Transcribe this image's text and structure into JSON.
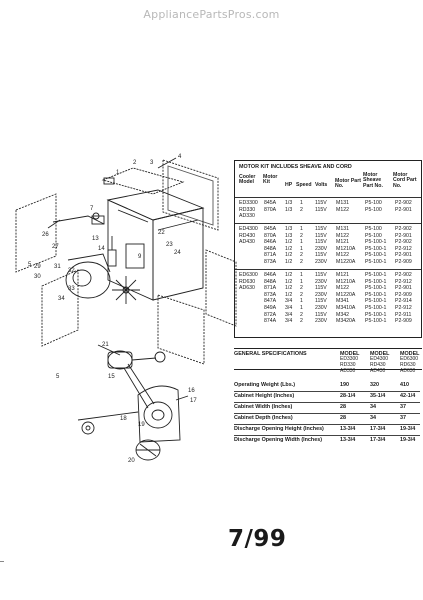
{
  "watermark": "AppliancePartsPros.com",
  "motor_kit": {
    "title": "MOTOR KIT INCLUDES SHEAVE AND CORD",
    "headers": {
      "cooler_model": "Cooler Model",
      "motor_kit": "Motor Kit",
      "hp": "HP",
      "speed": "Speed",
      "volts": "Volts",
      "motor_part": "Motor Part No.",
      "sheave_part": "Motor Sheave Part No.",
      "cord_part": "Motor Cord Part No."
    },
    "groups": [
      {
        "models": "ED3300\nRD330\nAD330",
        "kits": "845A\n870A",
        "hp": "1/3\n1/3",
        "speed": "1\n2",
        "volts": "115V\n115V",
        "motor": "M131\nM122",
        "sheave": "P5-100\nP5-100",
        "cord": "P2-902\nP2-901"
      },
      {
        "models": "ED4300\nRD430\nAD430",
        "kits": "845A\n870A\n846A\n848A\n871A\n873A",
        "hp": "1/3\n1/3\n1/2\n1/2\n1/2\n1/2",
        "speed": "1\n2\n1\n1\n2\n2",
        "volts": "115V\n115V\n115V\n230V\n115V\n230V",
        "motor": "M131\nM122\nM121\nM1210A\nM122\nM1220A",
        "sheave": "P5-100\nP5-100\nP5-100-1\nP5-100-1\nP5-100-1\nP5-100-1",
        "cord": "P2-902\nP2-901\nP2-902\nP2-912\nP2-901\nP2-909"
      },
      {
        "models": "ED6300\nRD630\nAD630",
        "kits": "846A\n848A\n871A\n873A\n847A\n849A\n872A\n874A",
        "hp": "1/2\n1/2\n1/2\n1/2\n3/4\n3/4\n3/4\n3/4",
        "speed": "1\n1\n2\n2\n1\n1\n2\n2",
        "volts": "115V\n230V\n115V\n230V\n115V\n230V\n115V\n230V",
        "motor": "M121\nM1210A\nM122\nM1220A\nM341\nM3410A\nM342\nM3420A",
        "sheave": "P5-100-1\nP5-100-1\nP5-100-1\nP5-100-1\nP5-100-1\nP5-100-1\nP5-100-1\nP5-100-1",
        "cord": "P2-902\nP2-912\nP2-901\nP2-909\nP2-914\nP2-912\nP2-911\nP2-909"
      }
    ]
  },
  "general_specs": {
    "title": "GENERAL SPECIFICATIONS",
    "model_label": "MODEL",
    "models": [
      "ED3300\nRD330\nAD330",
      "ED4300\nRD430\nAD430",
      "ED6300\nRD630\nAD630"
    ],
    "rows": [
      {
        "label": "Operating Weight (Lbs.)",
        "v1": "190",
        "v2": "320",
        "v3": "410"
      },
      {
        "label": "Cabinet Height (Inches)",
        "v1": "28-1/4",
        "v2": "35-1/4",
        "v3": "42-1/4"
      },
      {
        "label": "Cabinet Width (Inches)",
        "v1": "28",
        "v2": "34",
        "v3": "37"
      },
      {
        "label": "Cabinet Depth (Inches)",
        "v1": "28",
        "v2": "34",
        "v3": "37"
      },
      {
        "label": "Discharge Opening Height (Inches)",
        "v1": "13-3/4",
        "v2": "17-3/4",
        "v3": "19-3/4"
      },
      {
        "label": "Discharge Opening Width (Inches)",
        "v1": "13-3/4",
        "v2": "17-3/4",
        "v3": "19-3/4"
      }
    ]
  },
  "diagram_callouts": [
    "4",
    "3",
    "2",
    "1",
    "7",
    "13",
    "14",
    "21",
    "22",
    "23",
    "24",
    "26",
    "27",
    "29",
    "30",
    "31",
    "32",
    "33",
    "34",
    "5",
    "9",
    "15",
    "16",
    "17",
    "18",
    "19",
    "20",
    "5"
  ],
  "date_code": "7/99"
}
